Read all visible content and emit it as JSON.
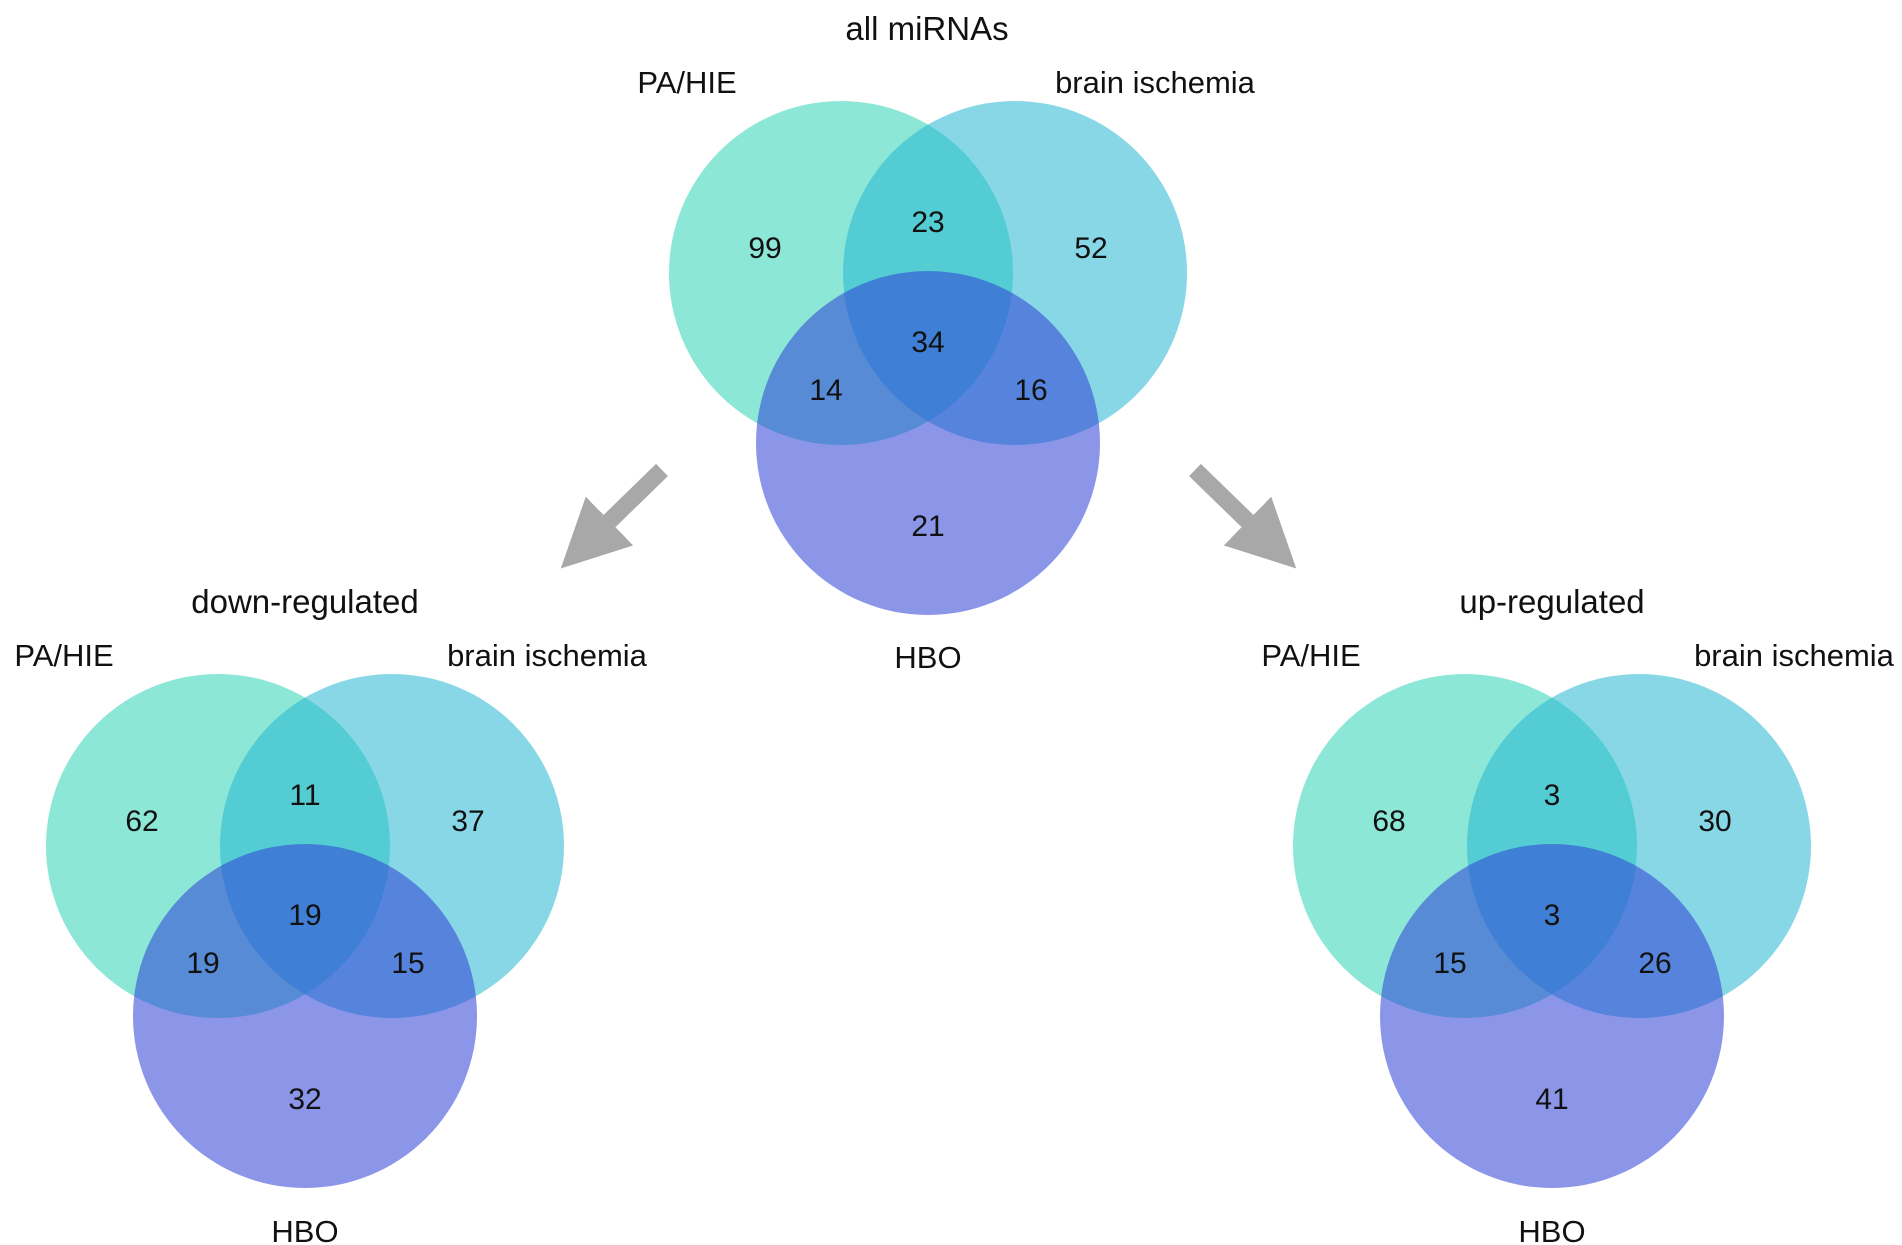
{
  "colors": {
    "set_a": "#2fd3b4",
    "set_b": "#27b7d3",
    "set_c": "#2e3fd5",
    "arrow": "#a8a8a8",
    "text": "#111111"
  },
  "diagrams": [
    {
      "title": "all miRNAs",
      "sets": [
        "PA/HIE",
        "brain ischemia",
        "HBO"
      ],
      "regions": {
        "a_only": "99",
        "ab": "23",
        "b_only": "52",
        "abc": "34",
        "ac": "14",
        "bc": "16",
        "c_only": "21"
      }
    },
    {
      "title": "down-regulated",
      "sets": [
        "PA/HIE",
        "brain ischemia",
        "HBO"
      ],
      "regions": {
        "a_only": "62",
        "ab": "11",
        "b_only": "37",
        "abc": "19",
        "ac": "19",
        "bc": "15",
        "c_only": "32"
      }
    },
    {
      "title": "up-regulated",
      "sets": [
        "PA/HIE",
        "brain ischemia",
        "HBO"
      ],
      "regions": {
        "a_only": "68",
        "ab": "3",
        "b_only": "30",
        "abc": "3",
        "ac": "15",
        "bc": "26",
        "c_only": "41"
      }
    }
  ],
  "arrows": [
    {
      "from": "all miRNAs",
      "to": "down-regulated",
      "icon": "arrow-down-left-icon"
    },
    {
      "from": "all miRNAs",
      "to": "up-regulated",
      "icon": "arrow-down-right-icon"
    }
  ]
}
